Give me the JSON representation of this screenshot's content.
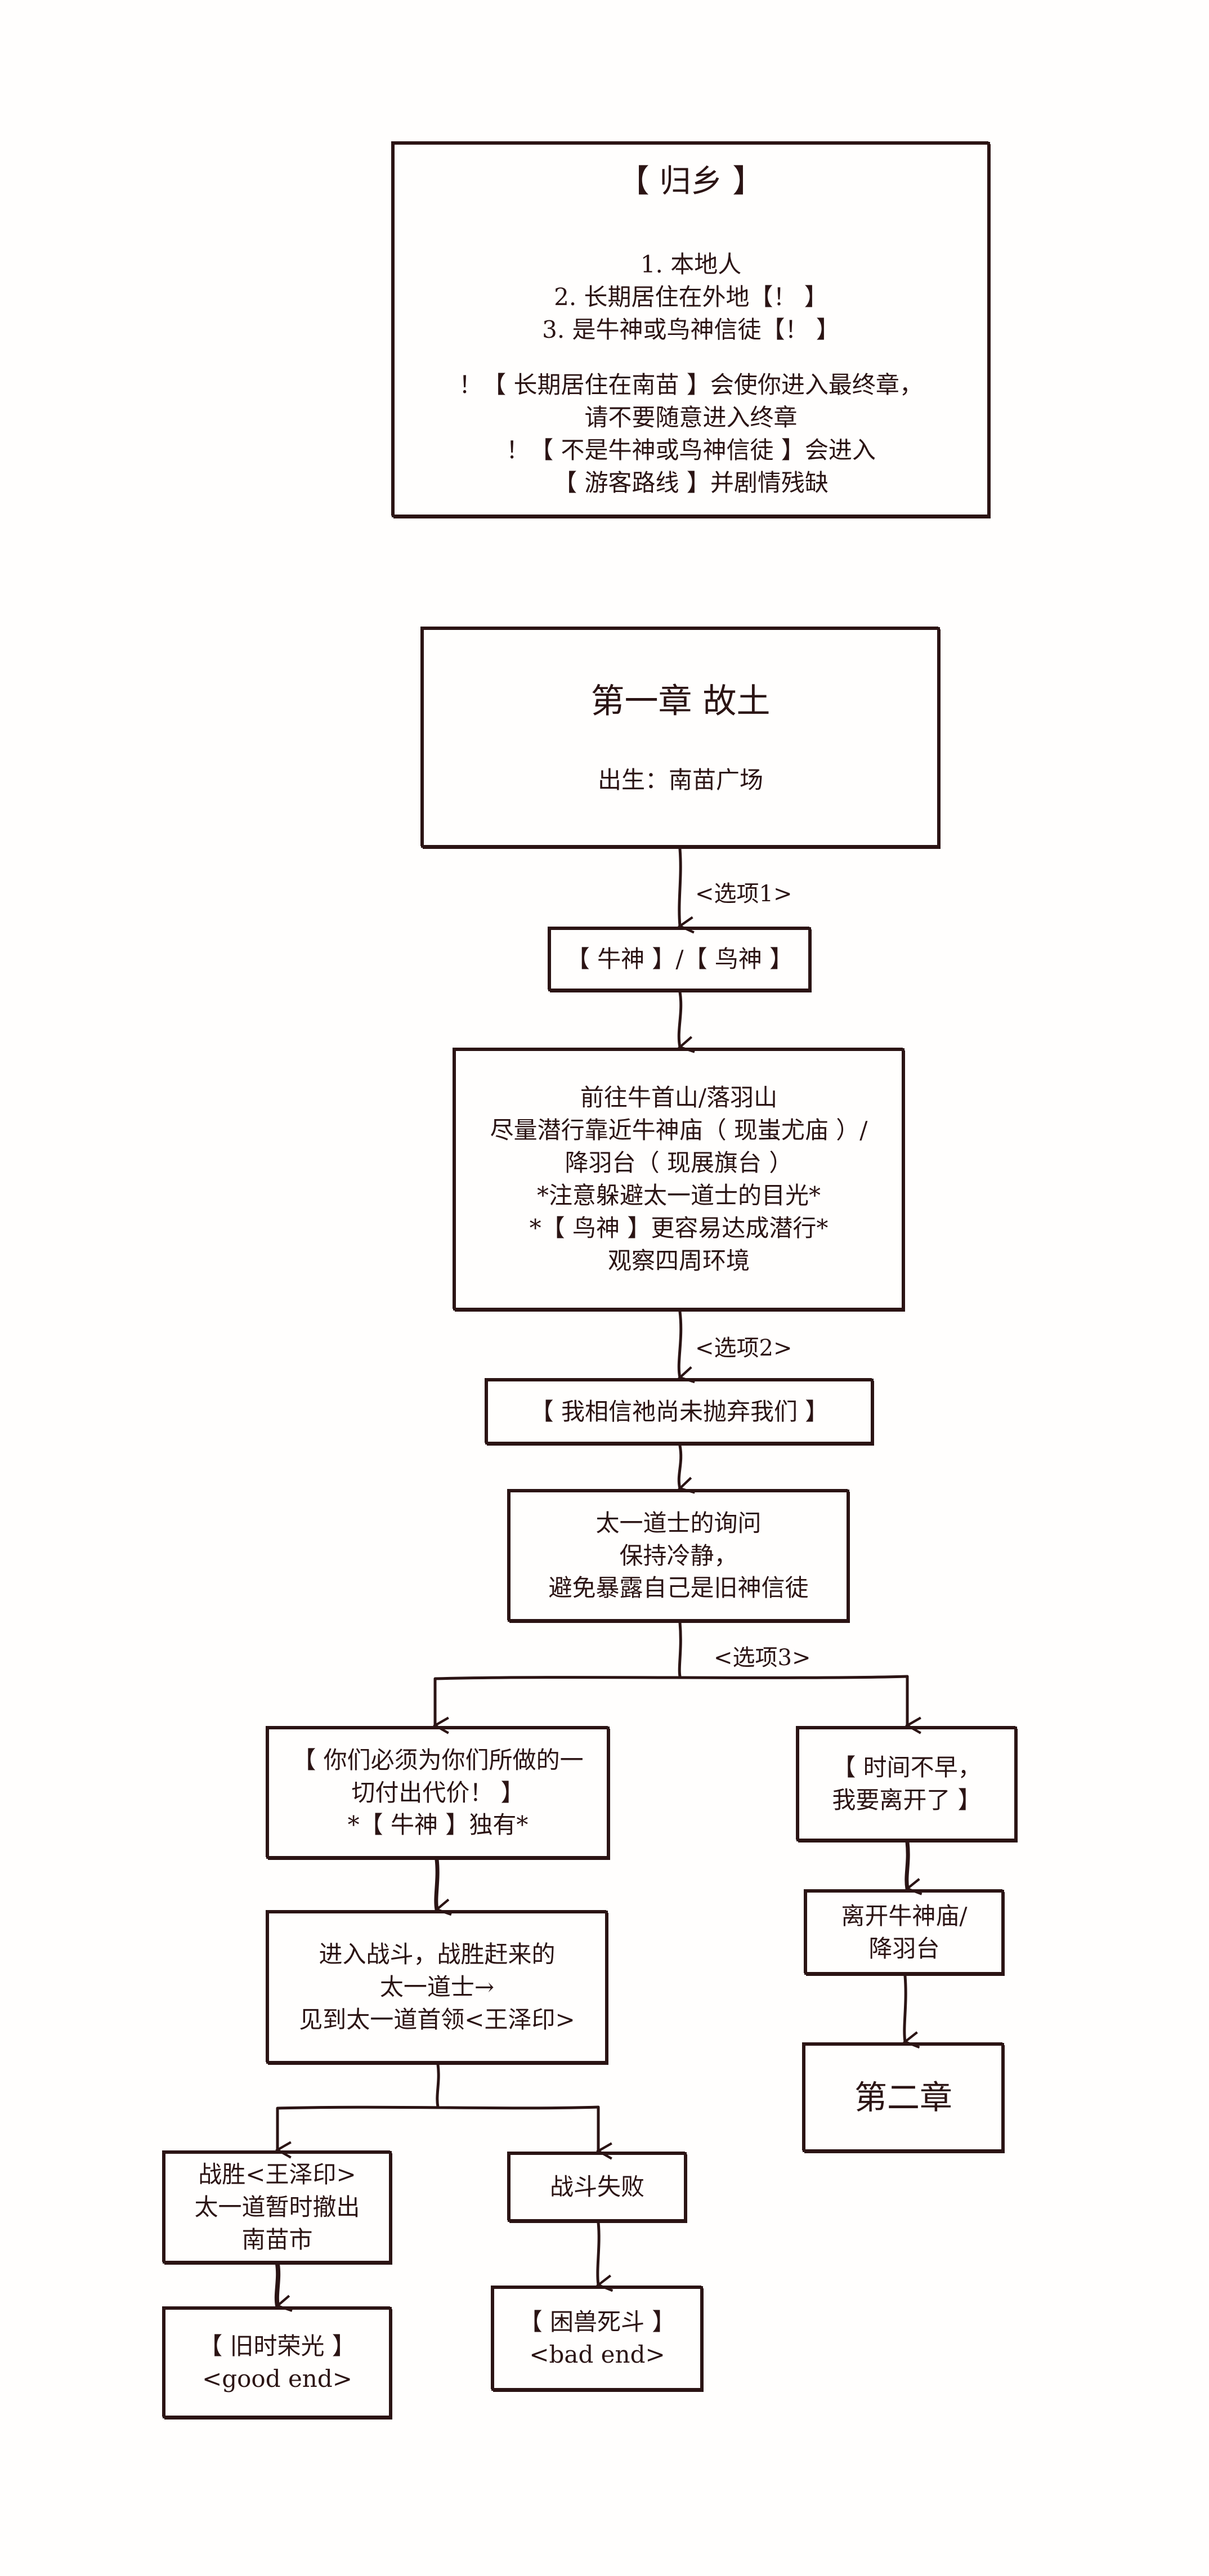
{
  "intro": {
    "title": "【 归乡 】",
    "items": [
      "1. 本地人",
      "2. 长期居住在外地【！ 】",
      "3. 是牛神或鸟神信徒【！ 】"
    ],
    "notes": [
      "！【 长期居住在南苗 】会使你进入最终章，",
      "请不要随意进入终章",
      "！【 不是牛神或鸟神信徒 】会进入",
      "【 游客路线 】并剧情残缺"
    ]
  },
  "chapter1": {
    "title": "第一章  故土",
    "subtitle": "出生：南苗广场"
  },
  "option1": "<选项1>",
  "choice_god": "【 牛神 】/【 鸟神 】",
  "sneak": [
    "前往牛首山/落羽山",
    "尽量潜行靠近牛神庙（ 现蚩尤庙 ）/",
    "降羽台（ 现展旗台 ）",
    "*注意躲避太一道士的目光*",
    "*【 鸟神 】更容易达成潜行*",
    "观察四周环境"
  ],
  "option2": "<选项2>",
  "belief": "【 我相信祂尚未抛弃我们 】",
  "inquiry": [
    "太一道士的询问",
    "保持冷静，",
    "避免暴露自己是旧神信徒"
  ],
  "option3": "<选项3>",
  "pay_price": [
    "【 你们必须为你们所做的一",
    "切付出代价！ 】",
    "*【 牛神 】独有*"
  ],
  "battle": [
    "进入战斗，战胜赶来的",
    "太一道士→",
    "见到太一道首领<王泽印>"
  ],
  "win": [
    "战胜<王泽印>",
    "太一道暂时撤出",
    "南苗市"
  ],
  "lose": "战斗失败",
  "good_end": [
    "【 旧时荣光 】",
    "<good  end>"
  ],
  "bad_end": [
    "【 困兽死斗 】",
    "<bad  end>"
  ],
  "late": [
    "【 时间不早，",
    "我要离开了 】"
  ],
  "leave": [
    "离开牛神庙/",
    "降羽台"
  ],
  "chapter2": "第二章"
}
